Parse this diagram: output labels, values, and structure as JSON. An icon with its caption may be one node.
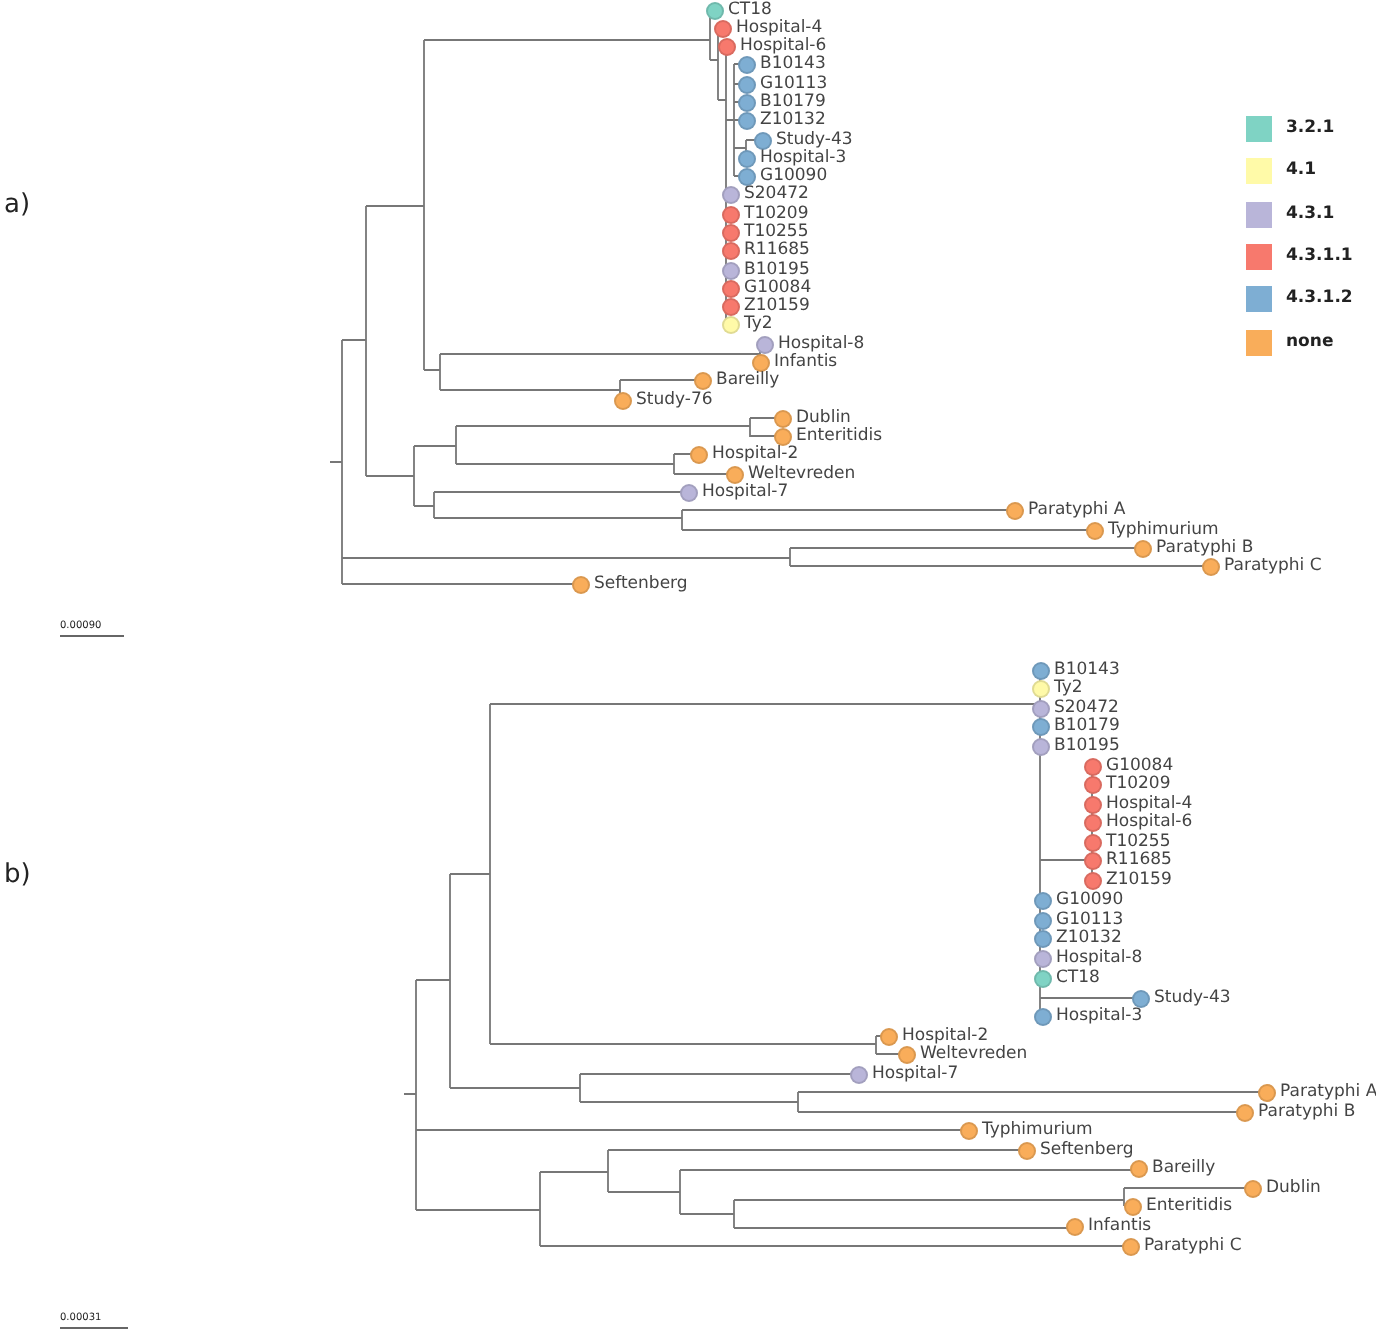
{
  "diagram": {
    "nodes": [
      {
        "text": [],
        "shape": "circle",
        "beside": [
          "CT18"
        ]
      },
      {
        "text": [],
        "shape": "circle",
        "beside": [
          "Hospital-4"
        ]
      },
      {
        "text": [],
        "shape": "circle",
        "beside": [
          "Hospital-6"
        ]
      },
      {
        "text": [],
        "shape": "circle",
        "beside": [
          "B10143"
        ]
      },
      {
        "text": [],
        "shape": "circle",
        "beside": [
          "G10113"
        ]
      },
      {
        "text": [],
        "shape": "circle",
        "beside": [
          "B10179"
        ]
      },
      {
        "text": [],
        "shape": "circle",
        "beside": [
          "Z10132"
        ]
      },
      {
        "text": [],
        "shape": "circle",
        "beside": [
          "Study-43"
        ]
      },
      {
        "text": [],
        "shape": "circle",
        "beside": [
          "Hospital-3"
        ]
      },
      {
        "text": [],
        "shape": "circle",
        "beside": [
          "G10090"
        ]
      },
      {
        "text": [],
        "shape": "circle",
        "beside": [
          "S20472"
        ]
      },
      {
        "text": [],
        "shape": "circle",
        "beside": [
          "T10209"
        ]
      },
      {
        "text": [],
        "shape": "circle",
        "beside": [
          "T10255"
        ]
      },
      {
        "text": [],
        "shape": "circle",
        "beside": [
          "R11685"
        ]
      },
      {
        "text": [],
        "shape": "circle",
        "beside": [
          "B10195"
        ]
      },
      {
        "text": [],
        "shape": "circle",
        "beside": [
          "G10084"
        ]
      },
      {
        "text": [],
        "shape": "circle",
        "beside": [
          "Z10159"
        ]
      },
      {
        "text": [],
        "shape": "circle",
        "beside": [
          "Ty2"
        ]
      },
      {
        "text": [],
        "shape": "circle",
        "beside": [
          "Hospital-8"
        ]
      },
      {
        "text": [],
        "shape": "circle",
        "beside": [
          "Infantis"
        ]
      },
      {
        "text": [],
        "shape": "circle",
        "beside": [
          "Bareilly"
        ]
      },
      {
        "text": [],
        "shape": "circle",
        "beside": [
          "Study-76"
        ]
      },
      {
        "text": [],
        "shape": "circle",
        "beside": [
          "Dublin"
        ]
      },
      {
        "text": [],
        "shape": "circle",
        "beside": [
          "Enteritidis"
        ]
      },
      {
        "text": [],
        "shape": "circle",
        "beside": [
          "Hospital-2"
        ]
      },
      {
        "text": [],
        "shape": "circle",
        "beside": [
          "Weltevreden"
        ]
      },
      {
        "text": [],
        "shape": "circle",
        "beside": [
          "Hospital-7"
        ]
      },
      {
        "text": [],
        "shape": "circle",
        "beside": [
          "Paratyphi A"
        ]
      },
      {
        "text": [],
        "shape": "circle",
        "beside": [
          "Typhimurium"
        ]
      },
      {
        "text": [],
        "shape": "circle",
        "beside": [
          "Paratyphi B"
        ]
      },
      {
        "text": [],
        "shape": "circle",
        "beside": [
          "Paratyphi C"
        ]
      },
      {
        "text": [],
        "shape": "circle",
        "beside": [
          "Seftenberg"
        ]
      },
      {
        "text": [],
        "shape": "circle",
        "beside": [
          "B10143"
        ]
      },
      {
        "text": [],
        "shape": "circle",
        "beside": [
          "Ty2"
        ]
      },
      {
        "text": [],
        "shape": "circle",
        "beside": [
          "S20472"
        ]
      },
      {
        "text": [],
        "shape": "circle",
        "beside": [
          "B10179"
        ]
      },
      {
        "text": [],
        "shape": "circle",
        "beside": [
          "B10195"
        ]
      },
      {
        "text": [],
        "shape": "circle",
        "beside": [
          "G10084"
        ]
      },
      {
        "text": [],
        "shape": "circle",
        "beside": [
          "T10209"
        ]
      },
      {
        "text": [],
        "shape": "circle",
        "beside": [
          "Hospital-4"
        ]
      },
      {
        "text": [],
        "shape": "circle",
        "beside": [
          "Hospital-6"
        ]
      },
      {
        "text": [],
        "shape": "circle",
        "beside": [
          "T10255"
        ]
      },
      {
        "text": [],
        "shape": "circle",
        "beside": [
          "R11685"
        ]
      },
      {
        "text": [],
        "shape": "circle",
        "beside": [
          "Z10159"
        ]
      },
      {
        "text": [],
        "shape": "circle",
        "beside": [
          "G10090"
        ]
      },
      {
        "text": [],
        "shape": "circle",
        "beside": [
          "G10113"
        ]
      },
      {
        "text": [],
        "shape": "circle",
        "beside": [
          "Z10132"
        ]
      },
      {
        "text": [],
        "shape": "circle",
        "beside": [
          "Hospital-8"
        ]
      },
      {
        "text": [],
        "shape": "circle",
        "beside": [
          "CT18"
        ]
      },
      {
        "text": [],
        "shape": "circle",
        "beside": [
          "Study-43"
        ]
      },
      {
        "text": [],
        "shape": "circle",
        "beside": [
          "Hospital-3"
        ]
      },
      {
        "text": [],
        "shape": "circle",
        "beside": [
          "Hospital-2"
        ]
      },
      {
        "text": [],
        "shape": "circle",
        "beside": [
          "Weltevreden"
        ]
      },
      {
        "text": [],
        "shape": "circle",
        "beside": [
          "Hospital-7"
        ]
      },
      {
        "text": [],
        "shape": "circle",
        "beside": [
          "Paratyphi A"
        ]
      },
      {
        "text": [],
        "shape": "circle",
        "beside": [
          "Paratyphi B"
        ]
      },
      {
        "text": [],
        "shape": "circle",
        "beside": [
          "Typhimurium"
        ]
      },
      {
        "text": [],
        "shape": "circle",
        "beside": [
          "Seftenberg"
        ]
      },
      {
        "text": [],
        "shape": "circle",
        "beside": [
          "Bareilly"
        ]
      },
      {
        "text": [],
        "shape": "circle",
        "beside": [
          "Dublin"
        ]
      },
      {
        "text": [],
        "shape": "circle",
        "beside": [
          "Enteritidis"
        ]
      },
      {
        "text": [],
        "shape": "circle",
        "beside": [
          "Infantis"
        ]
      },
      {
        "text": [],
        "shape": "circle",
        "beside": [
          "Paratyphi C"
        ]
      }
    ],
    "labels": [
      "a)",
      "0.00090",
      "b)",
      "0.00031"
    ],
    "legend": [
      {
        "text": "3.2.1",
        "color": "#7fd3c4"
      },
      {
        "text": "4.1",
        "color": "#fffaa8"
      },
      {
        "text": "4.3.1",
        "color": "#b9b5d9"
      },
      {
        "text": "4.3.1.1",
        "color": "#f7796d"
      },
      {
        "text": "4.3.1.2",
        "color": "#7eaed3"
      },
      {
        "text": "none",
        "color": "#f9ad5a"
      }
    ]
  }
}
